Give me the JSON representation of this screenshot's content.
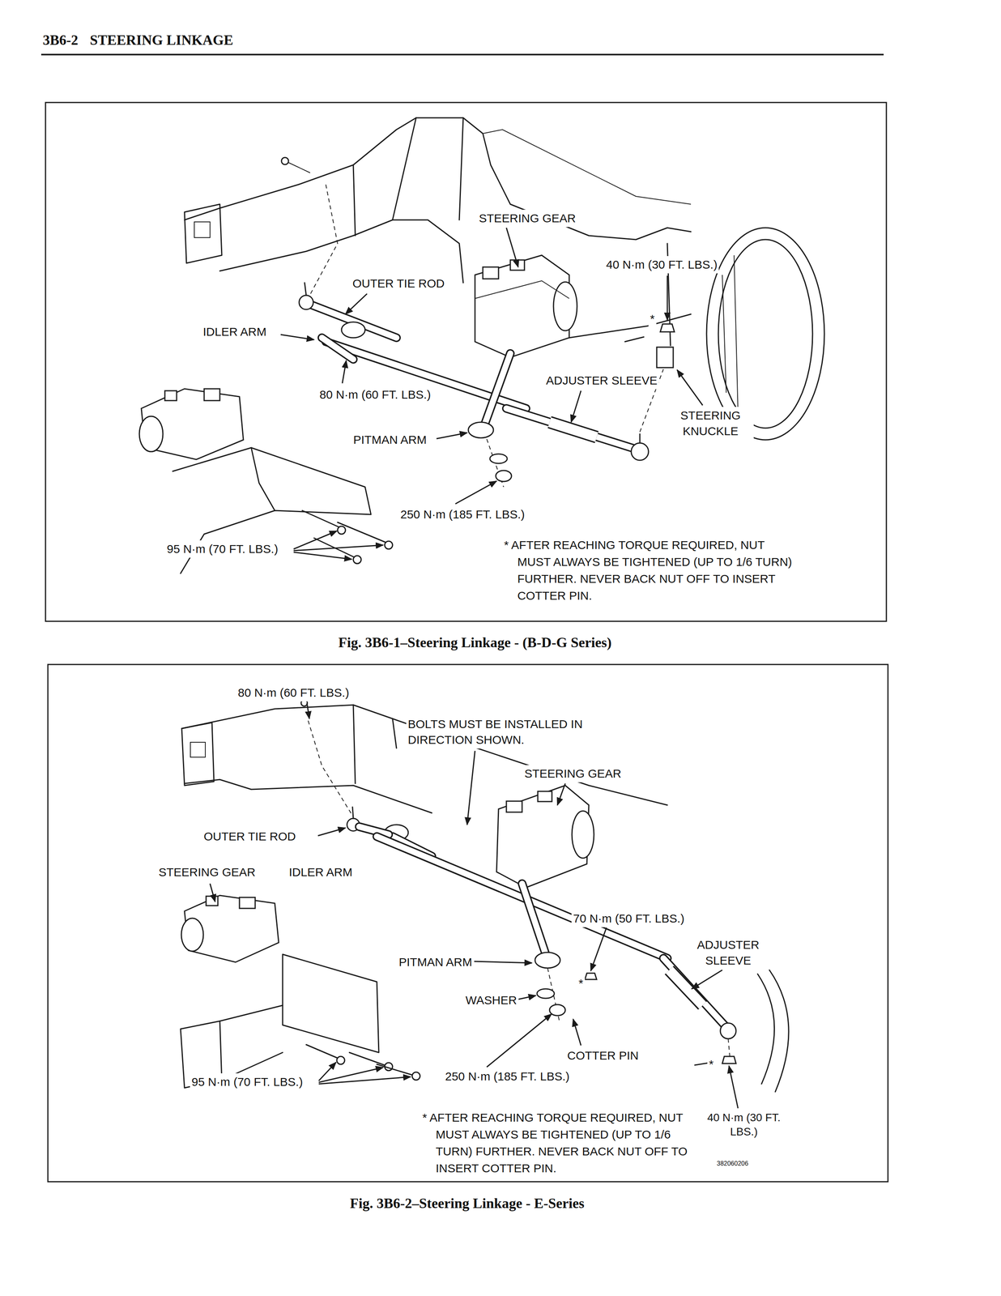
{
  "diagram": {
    "title": "STEERING LINKAGE",
    "labels": [
      "3B6-2",
      "STEERING GEAR",
      "40 N·m (30 FT. LBS.)",
      "OUTER TIE ROD",
      "IDLER ARM",
      "*",
      "80 N·m (60 FT. LBS.)",
      "ADJUSTER SLEEVE",
      "STEERING KNUCKLE",
      "PITMAN ARM",
      "250 N·m (185 FT. LBS.)",
      "95 N·m (70 FT. LBS.)",
      "* AFTER REACHING TORQUE REQUIRED, NUT MUST ALWAYS BE TIGHTENED (UP TO 1/6 TURN) FURTHER. NEVER BACK NUT OFF TO INSERT COTTER PIN.",
      "Fig. 3B6-1–Steering Linkage - (B-D-G Series)",
      "80 N·m (60 FT. LBS.)",
      "BOLTS MUST BE INSTALLED IN DIRECTION SHOWN.",
      "STEERING GEAR",
      "OUTER TIE ROD",
      "STEERING GEAR",
      "IDLER ARM",
      "70 N·m (50 FT. LBS.)",
      "ADJUSTER SLEEVE",
      "PITMAN ARM",
      "*",
      "WASHER",
      "COTTER PIN",
      "*",
      "250 N·m (185 FT. LBS.)",
      "95 N·m (70 FT. LBS.)",
      "* AFTER REACHING TORQUE REQUIRED, NUT MUST ALWAYS BE TIGHTENED (UP TO 1/6 TURN) FURTHER. NEVER BACK NUT OFF TO INSERT COTTER PIN.",
      "40 N·m (30 FT. LBS.)",
      "382060206",
      "Fig. 3B6-2–Steering Linkage - E-Series"
    ]
  }
}
